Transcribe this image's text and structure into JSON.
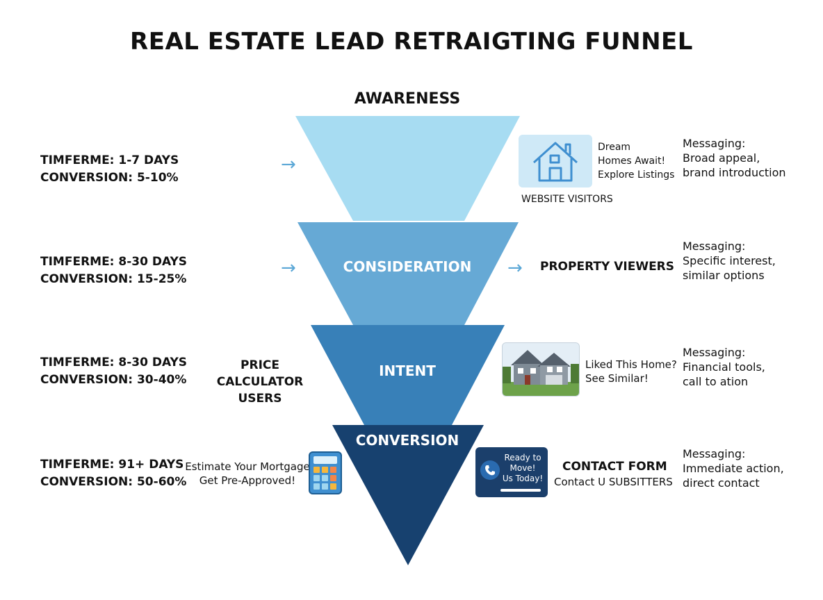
{
  "title": "REAL ESTATE LEAD RETRAIGTING FUNNEL",
  "colors": {
    "awareness": "#a7dcf2",
    "consideration": "#66a9d5",
    "intent": "#3880b8",
    "conversion": "#17416f",
    "arrow": "#5aa7d6"
  },
  "stages": [
    {
      "name": "AWARENESS",
      "timeframe": "TIMFERME: 1-7 DAYS",
      "conversion": "CONVERSION: 5-10%",
      "ad": {
        "lines": [
          "Dream",
          "Homes Await!",
          "Explore Listings"
        ],
        "icon": "house-outline-icon"
      },
      "audience": "WEBSITE VISITORS",
      "messaging_label": "Messaging:",
      "messaging": [
        "Broad appeal,",
        "brand introduction"
      ]
    },
    {
      "name": "CONSIDERATION",
      "timeframe": "TIMFERME: 8-30 DAYS",
      "conversion": "CONVERSION: 15-25%",
      "audience": "PROPERTY VIEWERS",
      "messaging_label": "Messaging:",
      "messaging": [
        "Specific interest,",
        "similar options"
      ]
    },
    {
      "name": "INTENT",
      "timeframe": "TIMFERME: 8-30 DAYS",
      "conversion": "CONVERSION: 30-40%",
      "audience": [
        "PRICE CALCULATOR",
        "USERS"
      ],
      "ad": {
        "lines": [
          "Liked This Home?",
          "See Similar!"
        ],
        "icon": "house-photo-icon"
      },
      "messaging_label": "Messaging:",
      "messaging": [
        "Financial tools,",
        "call to ation"
      ]
    },
    {
      "name": "CONVERSION",
      "timeframe": "TIMFERME: 91+ DAYS",
      "conversion": "CONVERSION: 50-60%",
      "calc_ad": {
        "lines": [
          "Estimate Your Mortgage",
          "Get Pre-Approved!"
        ],
        "icon": "calculator-icon"
      },
      "phone_ad": {
        "lines": [
          "Ready to",
          "Move!",
          "Us Today!"
        ],
        "icon": "phone-icon"
      },
      "audience": [
        "CONTACT FORM",
        "Contact U SUBSITTERS"
      ],
      "messaging_label": "Messaging:",
      "messaging": [
        "Immediate action,",
        "direct contact"
      ]
    }
  ]
}
